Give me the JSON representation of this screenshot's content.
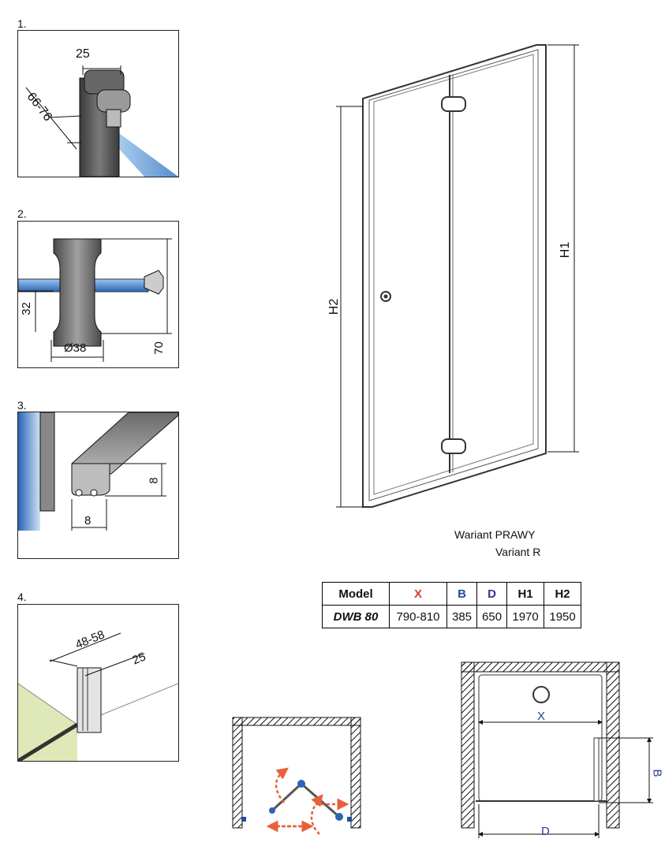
{
  "details": [
    {
      "number": "1.",
      "dims": [
        "25",
        "66-76"
      ]
    },
    {
      "number": "2.",
      "dims": [
        "32",
        "Ø38",
        "70"
      ]
    },
    {
      "number": "3.",
      "dims": [
        "8",
        "8"
      ]
    },
    {
      "number": "4.",
      "dims": [
        "48-58",
        "25"
      ]
    }
  ],
  "door_view": {
    "h1": "H1",
    "h2": "H2"
  },
  "variant": {
    "line1": "Wariant PRAWY",
    "line2": "Variant R"
  },
  "table": {
    "headers": [
      "Model",
      "X",
      "B",
      "D",
      "H1",
      "H2"
    ],
    "header_colors": [
      "#111111",
      "#e03a2a",
      "#1f4fa0",
      "#4b2a90",
      "#111111",
      "#111111"
    ],
    "rows": [
      [
        "DWB 80",
        "790-810",
        "385",
        "650",
        "1970",
        "1950"
      ]
    ]
  },
  "plan": {
    "x_label": "X",
    "b_label": "B",
    "d_label": "D"
  },
  "colors": {
    "glass": "#4a8fd8",
    "dim_label": "#2a3f8f",
    "arrow": "#e8603c",
    "wall_green": "#dfe9b8"
  }
}
